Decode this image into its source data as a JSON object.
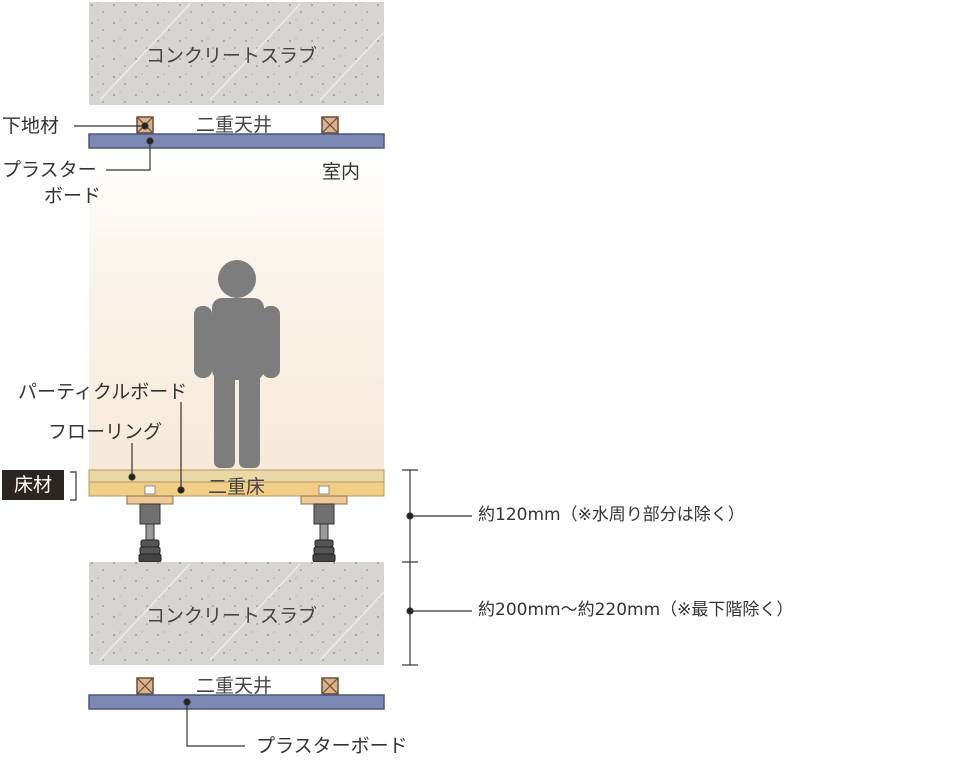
{
  "colors": {
    "concrete": "#d7d5d2",
    "board": "#7b88b4",
    "board_edge": "#4f5778",
    "flooring": "#ead7a6",
    "particle": "#f2cd86",
    "joist": "#d8b38e",
    "person": "#7d7d7d",
    "room_glow": "#f6e9d8",
    "line": "#333333",
    "tag_bg": "#2c2622"
  },
  "labels": {
    "upper_slab": "コンクリートスラブ",
    "lower_slab": "コンクリートスラブ",
    "double_ceiling_upper": "二重天井",
    "double_ceiling_lower": "二重天井",
    "double_floor": "二重床",
    "shitajizai": "下地材",
    "plaster_board_line1": "プラスター",
    "plaster_board_line2": "ボード",
    "plaster_board_bottom": "プラスターボード",
    "interior": "室内",
    "particle_board": "パーティクルボード",
    "flooring": "フローリング",
    "floor_material_tag": "床材",
    "dim_floor": "約120mm（※水周り部分は除く）",
    "dim_slab": "約200mm～約220mm（※最下階除く）"
  }
}
